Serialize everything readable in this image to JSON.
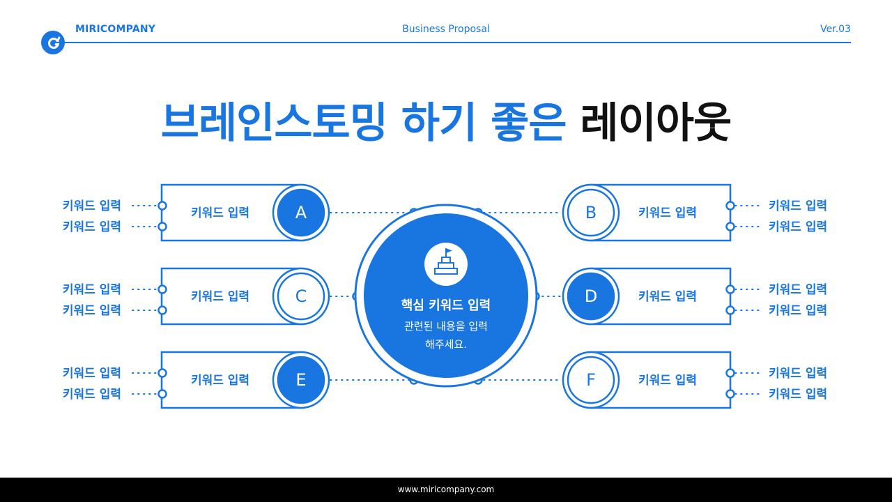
{
  "header": {
    "brand": "MIRICOMPANY",
    "doc_title": "Business Proposal",
    "version": "Ver.03"
  },
  "headline": {
    "blue": "브레인스토밍 하기 좋은",
    "dark": "레이아웃"
  },
  "colors": {
    "accent": "#1976e0",
    "dark": "#111111",
    "footer": "#000000"
  },
  "center": {
    "icon": "podium-flag-icon",
    "title": "핵심 키워드 입력",
    "desc_line1": "관련된 내용을 입력",
    "desc_line2": "해주세요."
  },
  "nodes": [
    {
      "id": "a",
      "side": "left",
      "letter": "A",
      "label": "키워드 입력",
      "filled": true,
      "keywords": [
        "키워드 입력",
        "키워드 입력"
      ]
    },
    {
      "id": "c",
      "side": "left",
      "letter": "C",
      "label": "키워드 입력",
      "filled": false,
      "keywords": [
        "키워드 입력",
        "키워드 입력"
      ]
    },
    {
      "id": "e",
      "side": "left",
      "letter": "E",
      "label": "키워드 입력",
      "filled": true,
      "keywords": [
        "키워드 입력",
        "키워드 입력"
      ]
    },
    {
      "id": "b",
      "side": "right",
      "letter": "B",
      "label": "키워드 입력",
      "filled": false,
      "keywords": [
        "키워드 입력",
        "키워드 입력"
      ]
    },
    {
      "id": "d",
      "side": "right",
      "letter": "D",
      "label": "키워드 입력",
      "filled": true,
      "keywords": [
        "키워드 입력",
        "키워드 입력"
      ]
    },
    {
      "id": "f",
      "side": "right",
      "letter": "F",
      "label": "키워드 입력",
      "filled": false,
      "keywords": [
        "키워드 입력",
        "키워드 입력"
      ]
    }
  ],
  "footer": {
    "url": "www.miricompany.com"
  }
}
